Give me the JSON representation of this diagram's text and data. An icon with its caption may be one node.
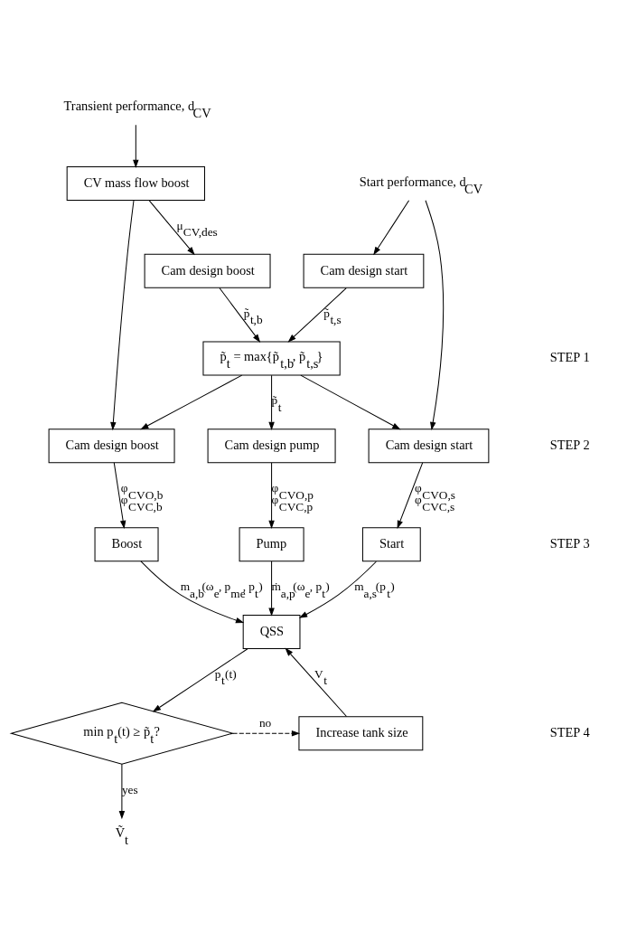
{
  "diagram": {
    "nodes": [
      {
        "text": [
          "Transient performance, d$_{CV}$"
        ]
      },
      {
        "text": [
          "Start performance, d$_{CV}$"
        ]
      },
      {
        "text": [
          "CV mass flow boost"
        ]
      },
      {
        "text": [
          "Cam design boost"
        ]
      },
      {
        "text": [
          "Cam design start"
        ]
      },
      {
        "text": [
          "p̃$_{t}$ = max{p̃$_{t,b}$, p̃$_{t,s}$}"
        ]
      },
      {
        "text": [
          "Cam design boost"
        ]
      },
      {
        "text": [
          "Cam design start"
        ]
      },
      {
        "text": [
          "Cam design pump"
        ]
      },
      {
        "text": [
          "Boost"
        ]
      },
      {
        "text": [
          "Pump"
        ]
      },
      {
        "text": [
          "Start"
        ]
      },
      {
        "text": [
          "QSS"
        ]
      },
      {
        "text": [
          "min p$_{t}$(t) ≥ p̃$_{t}$?"
        ]
      },
      {
        "text": [
          "Increase tank size"
        ]
      },
      {
        "text": [
          "Ṽ$_{t}$"
        ]
      }
    ],
    "edges": [
      {
        "from": 0,
        "to": 2,
        "arrow": "to"
      },
      {
        "from": 1,
        "to": 4,
        "arrow": "to"
      },
      {
        "from": 1,
        "to": 7,
        "arrow": "to"
      },
      {
        "from": 2,
        "to": 3,
        "arrow": "to",
        "label": "μ$_{CV,des}$"
      },
      {
        "from": 2,
        "to": 6,
        "arrow": "to"
      },
      {
        "from": 3,
        "to": 5,
        "arrow": "to",
        "label": "p̃$_{t,b}$"
      },
      {
        "from": 4,
        "to": 5,
        "arrow": "to",
        "label": "p̃$_{t,s}$"
      },
      {
        "from": 5,
        "to": 8,
        "arrow": "to",
        "label": "p̃$_{t}$"
      },
      {
        "from": 5,
        "to": 6,
        "arrow": "to"
      },
      {
        "from": 5,
        "to": 7,
        "arrow": "to"
      },
      {
        "from": 6,
        "to": 9,
        "arrow": "to",
        "label": "φ$_{CVO,b}$ φ$_{CVC,b}$"
      },
      {
        "from": 8,
        "to": 10,
        "arrow": "to",
        "label": "φ$_{CVO,p}$ φ$_{CVC,p}$"
      },
      {
        "from": 7,
        "to": 11,
        "arrow": "to",
        "label": "φ$_{CVO,s}$ φ$_{CVC,s}$"
      },
      {
        "from": 9,
        "to": 12,
        "arrow": "to",
        "label": "m$_{a,b}$(ω$_{e}$, p$_{me}$, p$_{t}$)"
      },
      {
        "from": 10,
        "to": 12,
        "arrow": "to",
        "label": "ṁ$_{a,p}$(ω$_{e}$, p$_{t}$)"
      },
      {
        "from": 11,
        "to": 12,
        "arrow": "to",
        "label": "m$_{a,s}$(p$_{t}$)"
      },
      {
        "from": 12,
        "to": 13,
        "arrow": "to",
        "label": "p$_{t}$(t)"
      },
      {
        "from": 13,
        "to": 14,
        "arrow": "to",
        "label": "no",
        "style": "dashed"
      },
      {
        "from": 14,
        "to": 12,
        "arrow": "to",
        "label": "V$_{t}$"
      },
      {
        "from": 13,
        "to": 15,
        "arrow": "to",
        "label": "yes"
      }
    ],
    "labels": [
      "STEP 1",
      "STEP 2",
      "STEP 3",
      "STEP 4"
    ]
  }
}
